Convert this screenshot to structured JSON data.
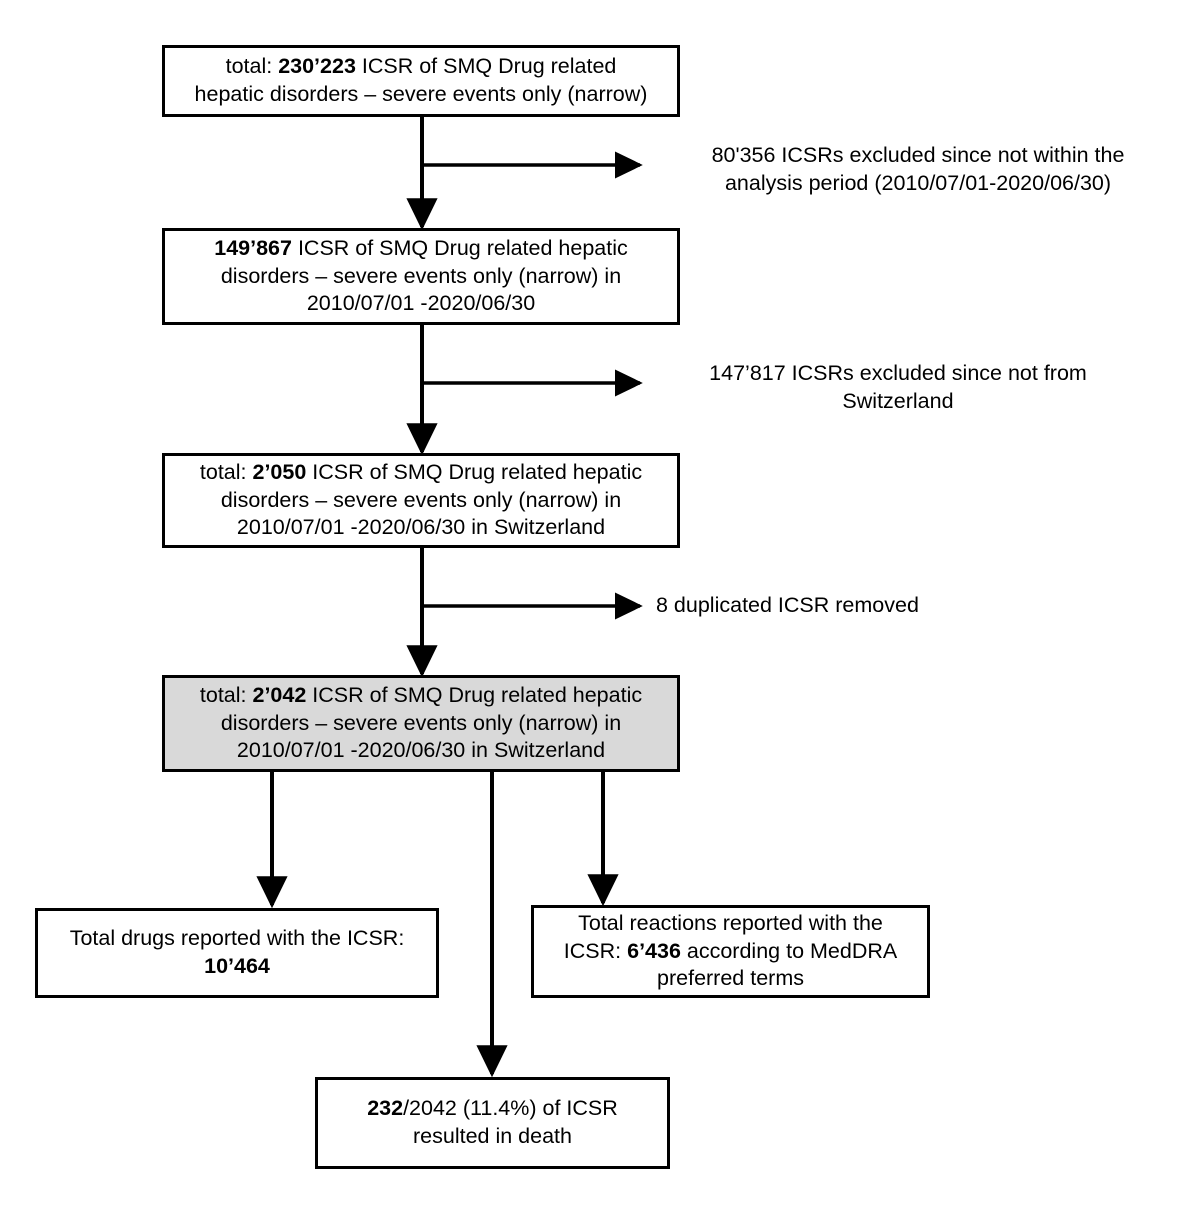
{
  "figure": {
    "type": "flowchart",
    "title": "ICSR selection flowchart for SMQ Drug related hepatic disorders",
    "orientation": "top-to-bottom",
    "colors": {
      "stroke": "#000000",
      "box_fill": "#ffffff",
      "highlight_fill": "#d9d9d9",
      "text": "#000000"
    }
  },
  "nodes": {
    "total_initial": {
      "id": "total-initial",
      "line1_prefix": "total: ",
      "line1_value": "230’223",
      "line1_suffix": " ICSR of  SMQ Drug related",
      "line2": "hepatic disorders – severe events only (narrow)",
      "highlighted": false
    },
    "within_period": {
      "id": "within-period",
      "line1_value": "149’867",
      "line1_suffix": " ICSR of SMQ Drug related hepatic",
      "line2": "disorders – severe events only (narrow) in",
      "line3": "2010/07/01 -2020/06/30",
      "highlighted": false
    },
    "switzerland": {
      "id": "switzerland",
      "line1_prefix": "total: ",
      "line1_value": "2’050",
      "line1_suffix": " ICSR of SMQ Drug related hepatic",
      "line2": "disorders – severe events only (narrow) in",
      "line3": "2010/07/01 -2020/06/30 in Switzerland",
      "highlighted": false
    },
    "deduplicated": {
      "id": "deduplicated",
      "line1_prefix": "total: ",
      "line1_value": "2’042",
      "line1_suffix": " ICSR of SMQ Drug related hepatic",
      "line2": "disorders – severe events only (narrow) in",
      "line3": "2010/07/01 -2020/06/30 in Switzerland",
      "highlighted": true
    },
    "total_drugs": {
      "id": "total-drugs",
      "line1": "Total drugs reported with the ICSR:",
      "line2_value": "10’464",
      "highlighted": false
    },
    "total_reactions": {
      "id": "total-reactions",
      "line1": "Total reactions reported with the",
      "line2_prefix": "ICSR: ",
      "line2_value": "6’436",
      "line2_suffix": " according to MedDRA",
      "line3": "preferred terms",
      "highlighted": false
    },
    "deaths": {
      "id": "deaths",
      "line1_value": "232",
      "line1_suffix": "/2042 (11.4%) of ICSR",
      "line2": "resulted in death",
      "highlighted": false
    }
  },
  "exclusions": [
    {
      "id": "excluded-period",
      "line1": "80'356 ICSRs excluded since not within the",
      "line2": "analysis period (2010/07/01-2020/06/30)"
    },
    {
      "id": "excluded-country",
      "line1": "147’817 ICSRs excluded since not from",
      "line2": "Switzerland"
    },
    {
      "id": "excluded-duplicates",
      "line1": "8 duplicated ICSR removed"
    }
  ],
  "chart_data": {
    "type": "flowchart",
    "title": "ICSR selection flowchart",
    "steps": [
      {
        "label": "Total ICSR of SMQ Drug related hepatic disorders (narrow, severe)",
        "value": 230223
      },
      {
        "label": "ICSR within analysis period 2010/07/01-2020/06/30",
        "value": 149867
      },
      {
        "label": "ICSR from Switzerland within analysis period",
        "value": 2050
      },
      {
        "label": "ICSR after duplicate removal (final analysis set)",
        "value": 2042
      }
    ],
    "exclusions": [
      {
        "label": "Excluded: not within analysis period (2010/07/01-2020/06/30)",
        "value": 80356
      },
      {
        "label": "Excluded: not from Switzerland",
        "value": 147817
      },
      {
        "label": "Excluded: duplicated ICSR removed",
        "value": 8
      }
    ],
    "outcomes": [
      {
        "label": "Total drugs reported with the ICSR",
        "value": 10464
      },
      {
        "label": "Total reactions reported with the ICSR (MedDRA preferred terms)",
        "value": 6436
      },
      {
        "label": "ICSR resulted in death",
        "value": 232,
        "denominator": 2042,
        "percent": 11.4
      }
    ]
  }
}
